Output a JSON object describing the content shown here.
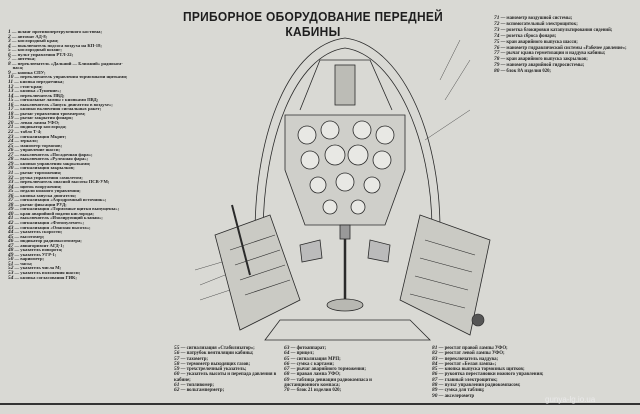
{
  "title": "ПРИБОРНОЕ ОБОРУДОВАНИЕ ПЕРЕДНЕЙ КАБИНЫ",
  "left_legend": [
    [
      "1",
      "шланг противоперегрузочного костюма;"
    ],
    [
      "2",
      "автомат АД-8;"
    ],
    [
      "3",
      "кислородный кран;"
    ],
    [
      "4",
      "выключатель подсоса воздуха на КП-18;"
    ],
    [
      "5",
      "кислородный шланг;"
    ],
    [
      "6",
      "пульт управления РТЛ-22;"
    ],
    [
      "7",
      "аптечка;"
    ],
    [
      "8",
      "переключатель «Дальний — Ближний» радиоком-"
    ],
    [
      "",
      "паса;"
    ],
    [
      "9",
      "кнопка СПУ;"
    ],
    [
      "10",
      "переключатель управления тормозными щитками;"
    ],
    [
      "11",
      "кнопка передатчика;"
    ],
    [
      "12",
      "стоп-кран;"
    ],
    [
      "13",
      "кнопка «Тушение»;"
    ],
    [
      "14",
      "переключатель ПВД;"
    ],
    [
      "15",
      "сигнальные лампы с кнопками ПВД;"
    ],
    [
      "16",
      "выключатель «Запуск двигателя в воздухе»;"
    ],
    [
      "17",
      "кнопки включения сигнальных ракет;"
    ],
    [
      "18",
      "рычаг управления триммером;"
    ],
    [
      "19",
      "рычаг закрытия фонаря;"
    ],
    [
      "20",
      "левая лампа УФО;"
    ],
    [
      "21",
      "индикатор кислорода;"
    ],
    [
      "22",
      "табло Т-4;"
    ],
    [
      "23",
      "сигнализация Мкрит;"
    ],
    [
      "24",
      "зеркало;"
    ],
    [
      "25",
      "манометр тормозов;"
    ],
    [
      "26",
      "управление шасси;"
    ],
    [
      "27",
      "выключатель «Посадочная фара»;"
    ],
    [
      "28",
      "выключатель «Рулежная фара»;"
    ],
    [
      "29",
      "кнопки управления закрылками;"
    ],
    [
      "30",
      "сигнализация закрылков;"
    ],
    [
      "31",
      "рычаг торможения;"
    ],
    [
      "32",
      "ручка управления самолетом;"
    ],
    [
      "33",
      "переключатель опасной высоты ПСВ-УМ;"
    ],
    [
      "34",
      "щиток вооружения;"
    ],
    [
      "35",
      "педали ножного управления;"
    ],
    [
      "36",
      "кнопка запуска двигателя;"
    ],
    [
      "37",
      "сигнализация «Аэродромный источник»;"
    ],
    [
      "38",
      "рычаг фиксации РУД;"
    ],
    [
      "39",
      "сигнализация «Тормозные щитки выпущены»;"
    ],
    [
      "40",
      "кран аварийной подачи кислорода;"
    ],
    [
      "41",
      "выключатель «Изолирующий клапан»;"
    ],
    [
      "42",
      "сигнализация «Фотопулемет»;"
    ],
    [
      "43",
      "сигнализация «Опасная высота»;"
    ],
    [
      "44",
      "указатель скорости;"
    ],
    [
      "45",
      "высотомер;"
    ],
    [
      "46",
      "индикатор радиовысотомера;"
    ],
    [
      "47",
      "авиагоризонт АГД-1;"
    ],
    [
      "48",
      "указатель поворота;"
    ],
    [
      "49",
      "указатель УГР-1;"
    ],
    [
      "50",
      "вариометр;"
    ],
    [
      "51",
      "часы;"
    ],
    [
      "52",
      "указатель числа М;"
    ],
    [
      "53",
      "указатель положения шасси;"
    ],
    [
      "54",
      "кнопка согласования ГИК;"
    ]
  ],
  "right_legend": [
    [
      "71",
      "манометр воздушной системы;"
    ],
    [
      "72",
      "вспомогательный электрощиток;"
    ],
    [
      "73",
      "розетка блокировки катапультирования сидений;"
    ],
    [
      "74",
      "розетка сброса фонаря;"
    ],
    [
      "75",
      "кран аварийного выпуска шасси;"
    ],
    [
      "76",
      "манометр гидравлической системы «Рабочее давление»;"
    ],
    [
      "77",
      "рычаг крана герметизации и наддува кабины;"
    ],
    [
      "78",
      "кран аварийного выпуска закрылков;"
    ],
    [
      "79",
      "манометр аварийной гидросистемы;"
    ],
    [
      "80",
      "блок 8А изделия 020;"
    ]
  ],
  "bottom_col1": [
    [
      "55",
      "сигнализация «Стабилизатор»;"
    ],
    [
      "56",
      "патрубок вентиляции кабины;"
    ],
    [
      "57",
      "тахометр;"
    ],
    [
      "58",
      "термометр выходящих газов;"
    ],
    [
      "59",
      "трехстрелочный указатель;"
    ],
    [
      "60",
      "указатель высоты и перепада давления в кабине;"
    ],
    [
      "61",
      "топливомер;"
    ],
    [
      "62",
      "вольтамперметр;"
    ]
  ],
  "bottom_col2": [
    [
      "63",
      "фотоаппарат;"
    ],
    [
      "64",
      "прицел;"
    ],
    [
      "65",
      "сигнализация МРП;"
    ],
    [
      "66",
      "сумка с картами;"
    ],
    [
      "67",
      "рычаг аварийного торможения;"
    ],
    [
      "68",
      "правая лампа УФО;"
    ],
    [
      "69",
      "таблица девиации радиокомпаса и дистанционного компаса;"
    ],
    [
      "70",
      "блок 21 изделия 020;"
    ]
  ],
  "bottom_col3": [
    [
      "81",
      "реостат правой лампы УФО;"
    ],
    [
      "82",
      "реостат левой лампы УФО;"
    ],
    [
      "83",
      "переключатель наддува;"
    ],
    [
      "84",
      "реостат «Белая лампа»;"
    ],
    [
      "85",
      "кнопка выпуска тормозных щитков;"
    ],
    [
      "86",
      "рукоятка перестановки ножного управления;"
    ],
    [
      "87",
      "главный электрощиток;"
    ],
    [
      "88",
      "пульт управления радиокомпасом;"
    ],
    [
      "89",
      "сумка для таблиц;"
    ],
    [
      "90",
      "акселерометр"
    ]
  ],
  "watermark": "gunya-lg.io.ua"
}
